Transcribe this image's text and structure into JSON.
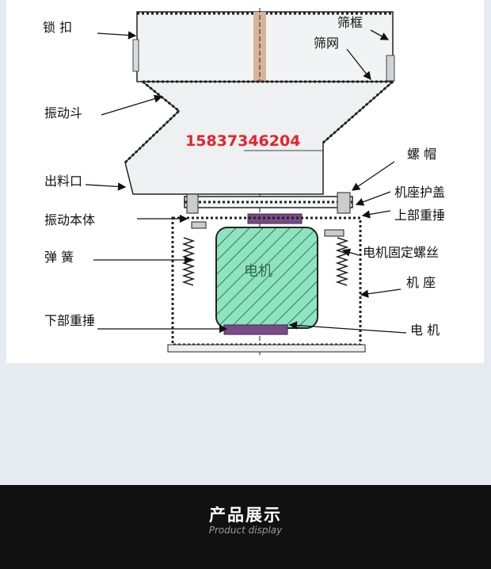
{
  "diagram": {
    "labels": {
      "lock": "锁  扣",
      "screen_frame": "筛框",
      "screen_mesh": "筛网",
      "vibration_hopper": "振动斗",
      "discharge": "出料口",
      "nut": "螺  帽",
      "base_cover": "机座护盖",
      "vibration_body": "振动本体",
      "upper_weight": "上部重捶",
      "spring": "弹  簧",
      "motor_bolt": "电机固定螺丝",
      "base": "机  座",
      "lower_weight": "下部重捶",
      "motor": "电  机"
    },
    "phone": "15837346204",
    "motor_text": "电机"
  },
  "footer": {
    "title": "产品展示",
    "subtitle": "Product display"
  },
  "colors": {
    "motor_fill": "#8fe3c0",
    "weight": "#7a4a8a",
    "phone": "#e8222a",
    "footer_bg": "#111111"
  }
}
